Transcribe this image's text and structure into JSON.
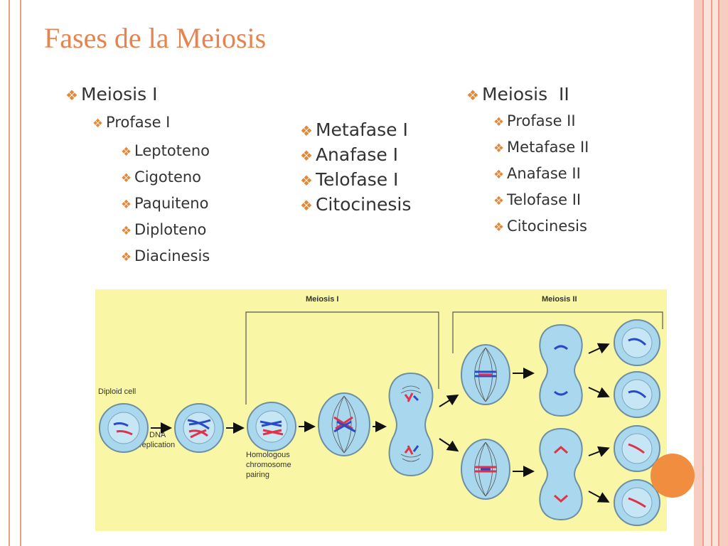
{
  "title": "Fases de la Meiosis",
  "col1": {
    "heading": "Meiosis I",
    "sub": "Profase I",
    "items": [
      "Leptoteno",
      "Cigoteno",
      "Paquiteno",
      "Diploteno",
      "Diacinesis"
    ]
  },
  "col2": {
    "items": [
      "Metafase I",
      "Anafase I",
      "Telofase I",
      "Citocinesis"
    ]
  },
  "col3": {
    "heading": "Meiosis  II",
    "items": [
      "Profase II",
      "Metafase II",
      "Anafase II",
      "Telofase II",
      "Citocinesis"
    ]
  },
  "diagram": {
    "label_meiosis1": "Meiosis I",
    "label_meiosis2": "Meiosis II",
    "label_diploid": "Diploid cell",
    "label_dna1": "DNA",
    "label_dna2": "replication",
    "label_homologous1": "Homologous",
    "label_homologous2": "chromosome",
    "label_homologous3": "pairing"
  },
  "colors": {
    "title": "#e8834d",
    "bullet": "#e08a3c",
    "diagram_bg": "#f9f6a6",
    "cell_fill": "#a9d8ee",
    "chrom_red": "#e0324b",
    "chrom_blue": "#2a4bc9",
    "accent": "#f08d3e"
  }
}
